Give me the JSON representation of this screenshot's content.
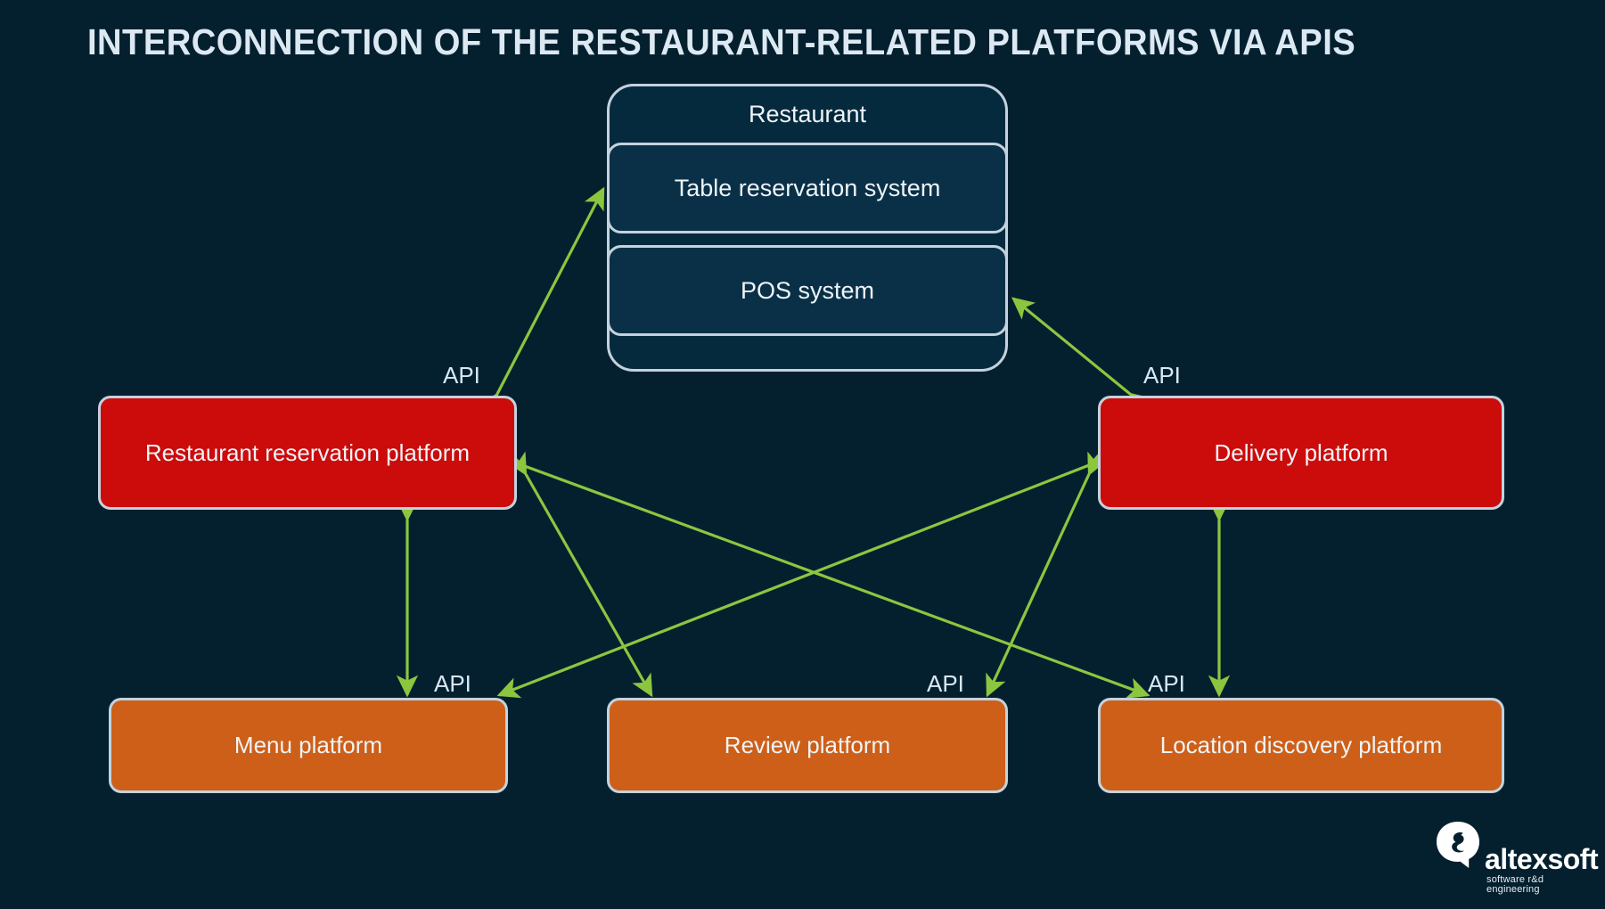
{
  "page": {
    "title": "INTERCONNECTION OF THE RESTAURANT-RELATED PLATFORMS VIA APIS",
    "background_color": "#04202f"
  },
  "colors": {
    "background": "#04202f",
    "node_border": "#c3d2de",
    "red_node": "#cc0b0b",
    "orange_node": "#ce5f18",
    "group_fill": "#052a3d",
    "sub_node_fill": "#0a3047",
    "arrow": "#8cc63f",
    "text": "#eef4f8",
    "title_text": "#dce9f2"
  },
  "diagram": {
    "restaurant_group": {
      "label": "Restaurant",
      "children": [
        {
          "id": "table-reservation",
          "label": "Table reservation system"
        },
        {
          "id": "pos",
          "label": "POS system"
        }
      ]
    },
    "platforms": [
      {
        "id": "restaurant-reservation-platform",
        "label": "Restaurant reservation platform",
        "color": "red"
      },
      {
        "id": "delivery-platform",
        "label": "Delivery platform",
        "color": "red"
      },
      {
        "id": "menu-platform",
        "label": "Menu platform",
        "color": "orange"
      },
      {
        "id": "review-platform",
        "label": "Review platform",
        "color": "orange"
      },
      {
        "id": "location-discovery-platform",
        "label": "Location discovery platform",
        "color": "orange"
      }
    ],
    "api_labels": [
      {
        "id": "api-top-left",
        "text": "API"
      },
      {
        "id": "api-top-right",
        "text": "API"
      },
      {
        "id": "api-menu",
        "text": "API"
      },
      {
        "id": "api-review",
        "text": "API"
      },
      {
        "id": "api-location",
        "text": "API"
      }
    ],
    "connections": [
      {
        "from": "restaurant-reservation-platform",
        "to": "table-reservation",
        "direction": "bidirectional",
        "label": "API"
      },
      {
        "from": "delivery-platform",
        "to": "pos",
        "direction": "bidirectional",
        "label": "API"
      },
      {
        "from": "restaurant-reservation-platform",
        "to": "menu-platform",
        "direction": "bidirectional",
        "label": "API"
      },
      {
        "from": "delivery-platform",
        "to": "location-discovery-platform",
        "direction": "bidirectional",
        "label": "API"
      },
      {
        "from": "restaurant-reservation-platform",
        "to": "review-platform",
        "direction": "bidirectional",
        "label": "API"
      },
      {
        "from": "restaurant-reservation-platform",
        "to": "location-discovery-platform",
        "direction": "bidirectional",
        "label": "API"
      },
      {
        "from": "delivery-platform",
        "to": "menu-platform",
        "direction": "bidirectional",
        "label": "API"
      },
      {
        "from": "delivery-platform",
        "to": "review-platform",
        "direction": "bidirectional",
        "label": "API"
      }
    ]
  },
  "logo": {
    "wordmark": "altexsoft",
    "tagline": "software r&d engineering"
  }
}
